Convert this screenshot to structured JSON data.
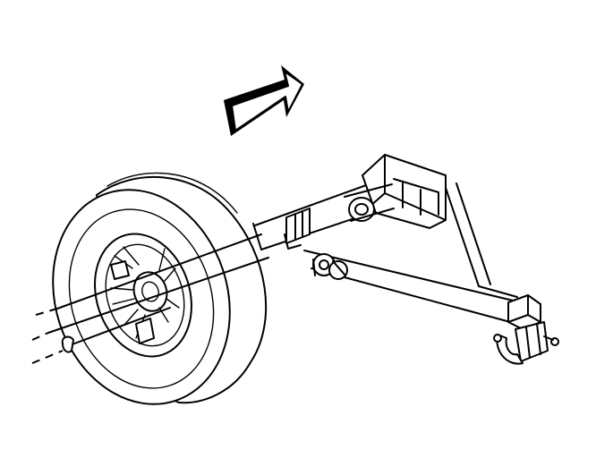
{
  "illustration": {
    "background": "#ffffff",
    "line_color": "#000000",
    "arrow_shadow_color": "#000000",
    "parts": [
      "direction-arrow-icon",
      "spare-tire",
      "wheel-hub",
      "spare-tire-carrier-frame",
      "carrier-crossmember",
      "lift-cable-guide",
      "hitch-pin",
      "retainer-clip"
    ]
  }
}
